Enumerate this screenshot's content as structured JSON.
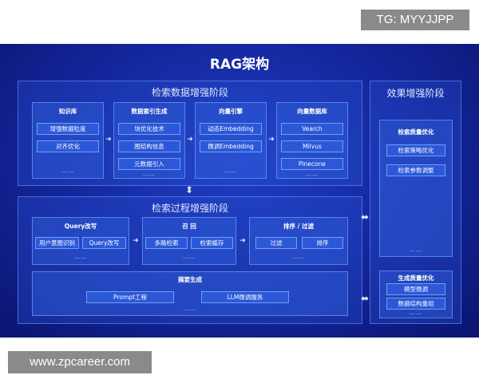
{
  "watermark_tg": "TG: MYYJJPP",
  "watermark_url": "www.zpcareer.com",
  "title": "RAG架构",
  "retrieval_data": {
    "title": "检索数据增强阶段",
    "cards": [
      {
        "title": "知识库",
        "items": [
          "增强数据粒度",
          "对齐优化"
        ],
        "more": "……"
      },
      {
        "title": "数据索引生成",
        "items": [
          "块优化技术",
          "图结构信息",
          "元数据引入"
        ],
        "more": "……"
      },
      {
        "title": "向量引擎",
        "items": [
          "动态Embedding",
          "微调Embedding"
        ],
        "more": "……"
      },
      {
        "title": "向量数据库",
        "items": [
          "Vearch",
          "Milvus",
          "Pinecone"
        ],
        "more": "……"
      }
    ]
  },
  "retrieval_process": {
    "title": "检索过程增强阶段",
    "cards": [
      {
        "title": "Query改写",
        "items": [
          "用户意图识别",
          "Query改写"
        ],
        "more": "……"
      },
      {
        "title": "召 回",
        "items": [
          "多路检索",
          "检索缓存"
        ],
        "more": "……"
      },
      {
        "title": "排序 / 过滤",
        "items": [
          "过滤",
          "排序"
        ],
        "more": "……"
      }
    ],
    "summary": {
      "title": "摘要生成",
      "items": [
        "Prompt工程",
        "LLM微调服务"
      ],
      "more": "……"
    }
  },
  "effect": {
    "title": "效果增强阶段",
    "retrieval_quality": {
      "title": "检索质量优化",
      "items": [
        "检索策略优化",
        "检索参数调整"
      ],
      "more": "……"
    },
    "generation_quality": {
      "title": "生成质量优化",
      "items": [
        "模型微调",
        "数据结构重组"
      ],
      "more": "……"
    }
  },
  "arrows": {
    "right": "➜",
    "vertical": "⬍",
    "horizontal": "⬌"
  }
}
